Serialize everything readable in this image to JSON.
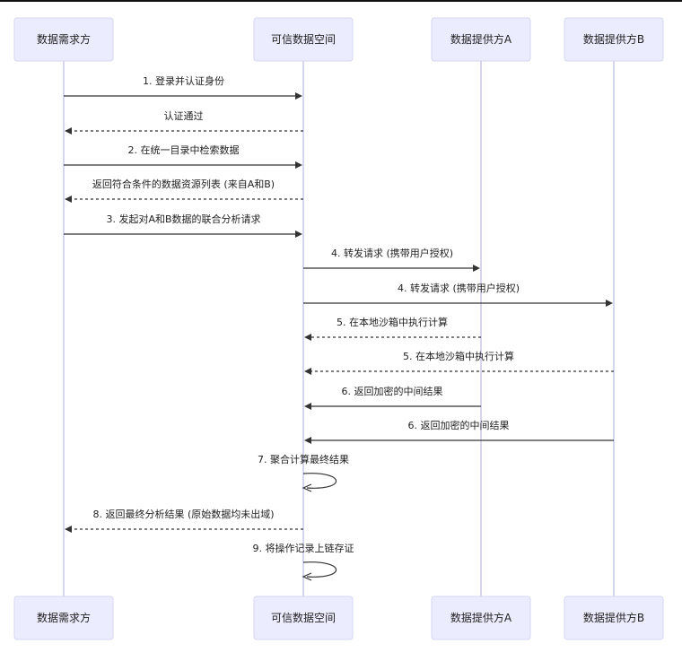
{
  "participants": [
    {
      "id": "demander",
      "label": "数据需求方"
    },
    {
      "id": "space",
      "label": "可信数据空间"
    },
    {
      "id": "providerA",
      "label": "数据提供方A"
    },
    {
      "id": "providerB",
      "label": "数据提供方B"
    }
  ],
  "messages": [
    {
      "from": "demander",
      "to": "space",
      "label": "1. 登录并认证身份",
      "style": "solid"
    },
    {
      "from": "space",
      "to": "demander",
      "label": "认证通过",
      "style": "dashed"
    },
    {
      "from": "demander",
      "to": "space",
      "label": "2. 在统一目录中检索数据",
      "style": "solid"
    },
    {
      "from": "space",
      "to": "demander",
      "label": "返回符合条件的数据资源列表 (来自A和B)",
      "style": "dashed"
    },
    {
      "from": "demander",
      "to": "space",
      "label": "3. 发起对A和B数据的联合分析请求",
      "style": "solid"
    },
    {
      "from": "space",
      "to": "providerA",
      "label": "4. 转发请求 (携带用户授权)",
      "style": "solid"
    },
    {
      "from": "space",
      "to": "providerB",
      "label": "4. 转发请求 (携带用户授权)",
      "style": "solid"
    },
    {
      "from": "providerA",
      "to": "space",
      "label": "5. 在本地沙箱中执行计算",
      "style": "dashed"
    },
    {
      "from": "providerB",
      "to": "space",
      "label": "5. 在本地沙箱中执行计算",
      "style": "dashed"
    },
    {
      "from": "providerA",
      "to": "space",
      "label": "6. 返回加密的中间结果",
      "style": "solid"
    },
    {
      "from": "providerB",
      "to": "space",
      "label": "6. 返回加密的中间结果",
      "style": "solid"
    },
    {
      "from": "space",
      "to": "space",
      "label": "7. 聚合计算最终结果",
      "style": "self"
    },
    {
      "from": "space",
      "to": "demander",
      "label": "8. 返回最终分析结果 (原始数据均未出域)",
      "style": "dashed"
    },
    {
      "from": "space",
      "to": "space",
      "label": "9. 将操作记录上链存证",
      "style": "self"
    }
  ]
}
